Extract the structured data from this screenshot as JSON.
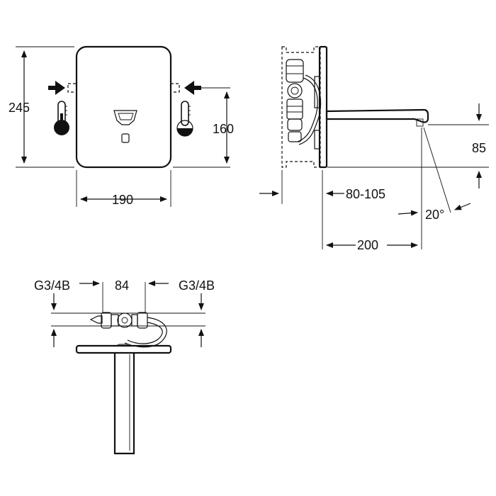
{
  "front_view": {
    "height_label": "245",
    "inner_height_label": "160",
    "width_label": "190"
  },
  "side_view": {
    "spout_height_label": "85",
    "wall_depth_label": "80-105",
    "angle_label": "20°",
    "spout_length_label": "200"
  },
  "top_view": {
    "left_thread_label": "G3/4B",
    "spacing_label": "84",
    "right_thread_label": "G3/4B"
  },
  "icons": [
    "thermometer-cold-icon",
    "thermometer-hot-icon",
    "arrow-right-icon",
    "arrow-left-icon"
  ]
}
